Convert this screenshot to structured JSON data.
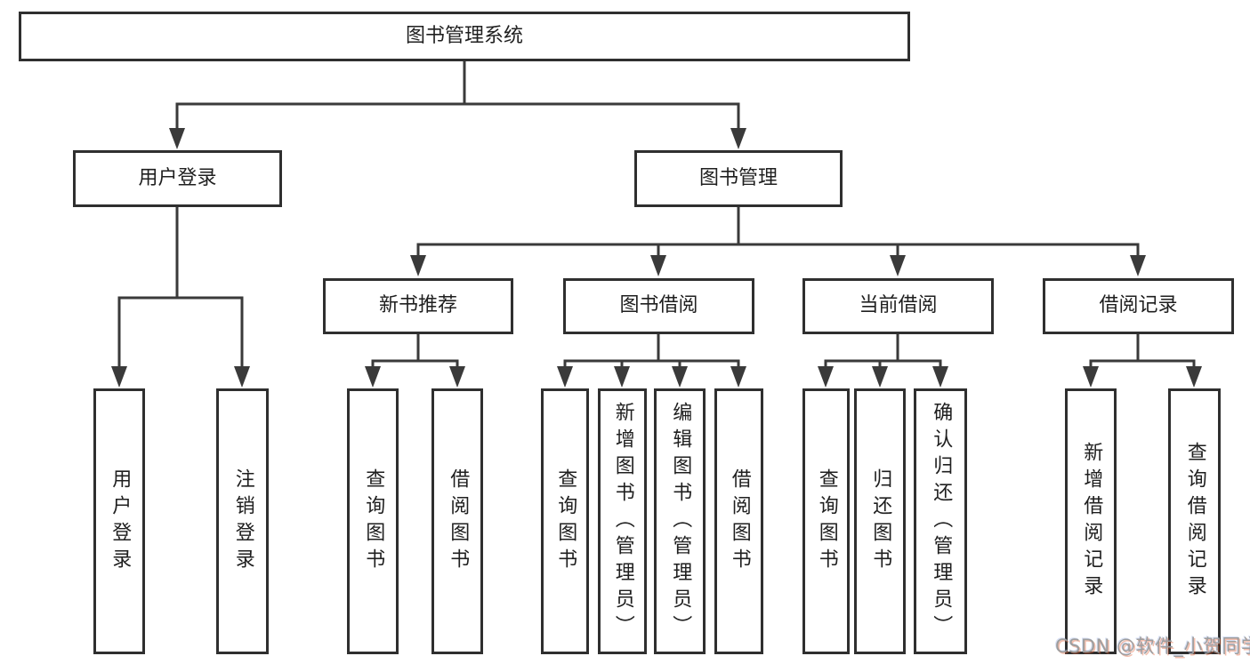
{
  "root": {
    "label": "图书管理系统"
  },
  "branches": [
    {
      "label": "用户登录",
      "children": [
        {
          "label": "用户登录"
        },
        {
          "label": "注销登录"
        }
      ]
    },
    {
      "label": "图书管理",
      "children": [
        {
          "label": "新书推荐",
          "children": [
            {
              "label": "查询图书"
            },
            {
              "label": "借阅图书"
            }
          ]
        },
        {
          "label": "图书借阅",
          "children": [
            {
              "label": "查询图书"
            },
            {
              "label": "新增图书（管理员）"
            },
            {
              "label": "编辑图书（管理员）"
            },
            {
              "label": "借阅图书"
            }
          ]
        },
        {
          "label": "当前借阅",
          "children": [
            {
              "label": "查询图书"
            },
            {
              "label": "归还图书"
            },
            {
              "label": "确认归还（管理员）"
            }
          ]
        },
        {
          "label": "借阅记录",
          "children": [
            {
              "label": "新增借阅记录"
            },
            {
              "label": "查询借阅记录"
            }
          ]
        }
      ]
    }
  ],
  "watermark": {
    "text": "CSDN @软件_小贺同学"
  },
  "colors": {
    "line": "#3a3a3a",
    "box_border": "#2f2f2f",
    "text": "#1f1f1f",
    "background": "#ffffff",
    "watermark": "#9e9e9e"
  }
}
